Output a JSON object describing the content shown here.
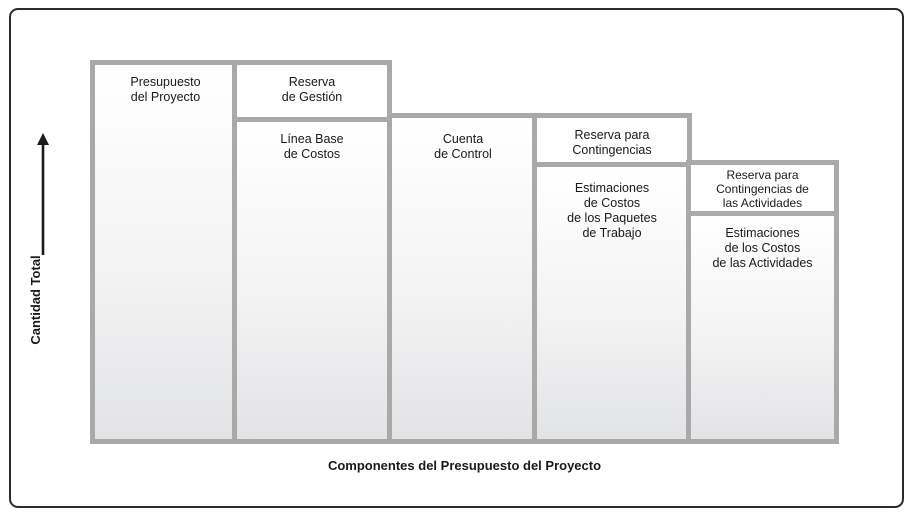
{
  "diagram": {
    "y_axis_title": "Cantidad Total",
    "x_axis_title": "Componentes del Presupuesto del Proyecto",
    "columns": {
      "project_budget": {
        "label": "Presupuesto\ndel Proyecto"
      },
      "cost_baseline": {
        "top_label": "Reserva\nde Gestión",
        "label": "Línea Base\nde Costos"
      },
      "control_account": {
        "label": "Cuenta\nde Control"
      },
      "work_package": {
        "top_label": "Reserva para\nContingencias",
        "label": "Estimaciones\nde Costos\nde los Paquetes\nde Trabajo"
      },
      "activity": {
        "top_label": "Reserva para\nContingencias de\nlas Actividades",
        "label": "Estimaciones\nde los Costos\nde las Actividades"
      }
    }
  },
  "colors": {
    "border": "#a9a9a9",
    "frame": "#2b2b2b",
    "fill_bottom": "#e2e3e5"
  }
}
